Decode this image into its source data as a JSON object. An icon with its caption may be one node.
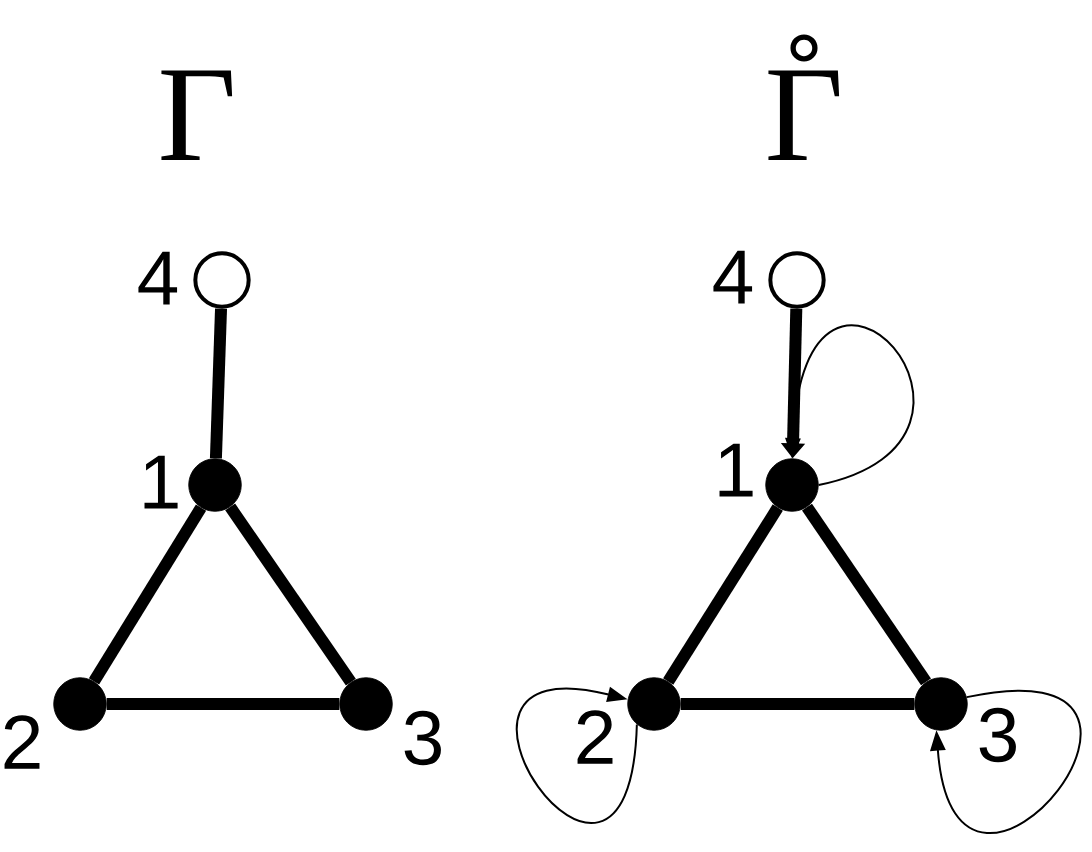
{
  "diagram": {
    "nodes": [
      {
        "text": [],
        "shape": "circle",
        "beside": [
          "4"
        ]
      },
      {
        "text": [],
        "shape": "circle",
        "beside": [
          "1"
        ]
      },
      {
        "text": [],
        "shape": "circle",
        "beside": [
          "2"
        ]
      },
      {
        "text": [],
        "shape": "circle",
        "beside": [
          "3"
        ]
      },
      {
        "text": [],
        "shape": "circle",
        "beside": [
          "4"
        ]
      },
      {
        "text": [],
        "shape": "circle",
        "beside": [
          "1"
        ]
      },
      {
        "text": [],
        "shape": "circle",
        "beside": [
          "2"
        ]
      },
      {
        "text": [],
        "shape": "circle",
        "beside": [
          "3"
        ]
      }
    ],
    "edges": [
      {
        "from": 0,
        "to": 1,
        "arrow": "none"
      },
      {
        "from": 1,
        "to": 2,
        "arrow": "none"
      },
      {
        "from": 1,
        "to": 3,
        "arrow": "none"
      },
      {
        "from": 2,
        "to": 3,
        "arrow": "none"
      },
      {
        "from": 4,
        "to": 5,
        "arrow": "to"
      },
      {
        "from": 5,
        "to": 6,
        "arrow": "none"
      },
      {
        "from": 5,
        "to": 7,
        "arrow": "none"
      },
      {
        "from": 6,
        "to": 7,
        "arrow": "none"
      },
      {
        "from": 5,
        "to": 5,
        "arrow": "to"
      },
      {
        "from": 6,
        "to": 6,
        "arrow": "to"
      },
      {
        "from": 7,
        "to": 7,
        "arrow": "to"
      }
    ],
    "labels": [
      "Γ",
      "Γ̊"
    ]
  }
}
